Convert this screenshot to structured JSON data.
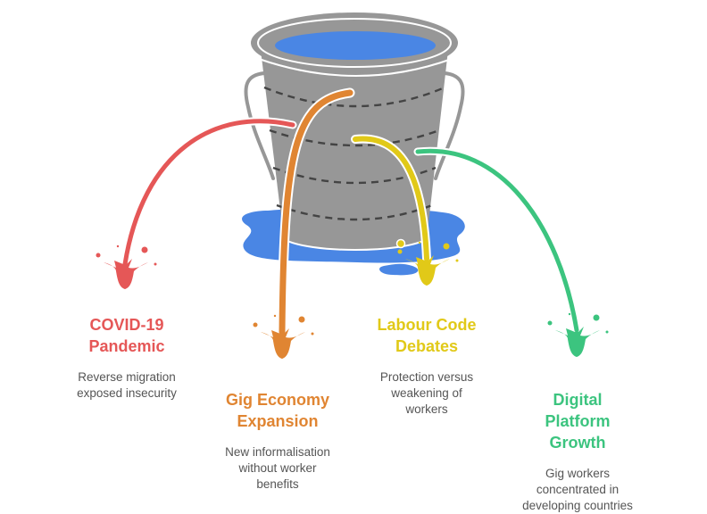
{
  "diagram": {
    "central_object": "leaking-bucket",
    "colors": {
      "bucket": "#979797",
      "bucket_dashes": "#444444",
      "water": "#4a86e4",
      "outline": "#ffffff",
      "body_text": "#555555"
    },
    "items": [
      {
        "id": "covid",
        "title": "COVID-19\nPandemic",
        "description": "Reverse migration\nexposed insecurity",
        "color": "#e55757"
      },
      {
        "id": "gig",
        "title": "Gig Economy\nExpansion",
        "description": "New informalisation\nwithout worker\nbenefits",
        "color": "#e08532"
      },
      {
        "id": "labour",
        "title": "Labour Code\nDebates",
        "description": "Protection versus\nweakening of\nworkers",
        "color": "#e1c918"
      },
      {
        "id": "digital",
        "title": "Digital\nPlatform\nGrowth",
        "description": "Gig workers\nconcentrated in\ndeveloping countries",
        "color": "#3cc47f"
      }
    ]
  }
}
